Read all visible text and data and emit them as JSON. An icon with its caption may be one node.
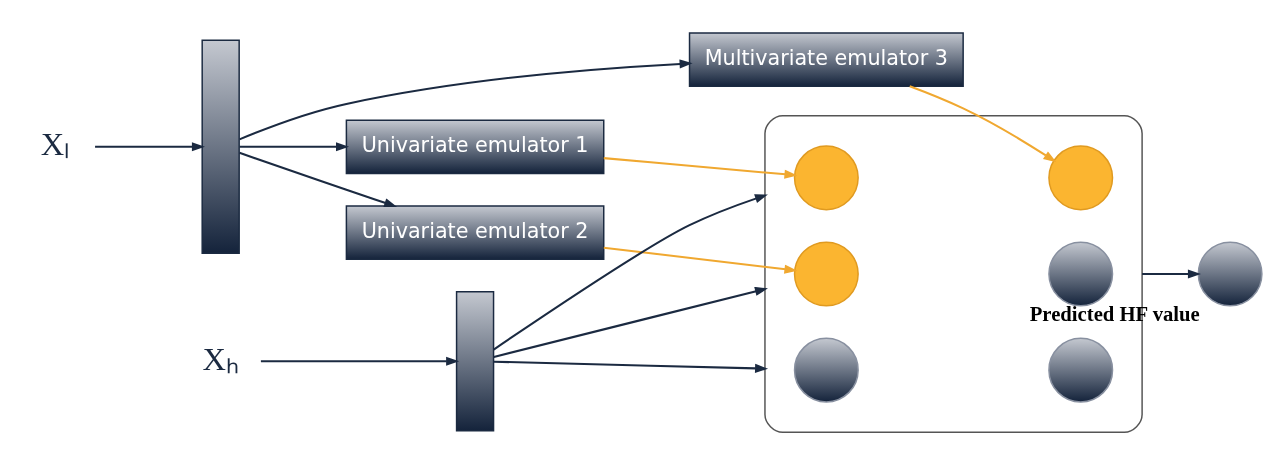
{
  "diagram": {
    "nodes": [
      {
        "text": [
          "Xₗ"
        ]
      },
      {
        "text": [],
        "shape": "bar"
      },
      {
        "text": [
          "Univariate emulator 1"
        ]
      },
      {
        "text": [
          "Univariate emulator 2"
        ]
      },
      {
        "text": [
          "Multivariate emulator 3"
        ]
      },
      {
        "text": [],
        "shape": "box"
      },
      {
        "text": [
          "Xₕ"
        ]
      },
      {
        "text": [],
        "shape": "bar"
      },
      {
        "text": [],
        "shape": "circle",
        "in": 5
      },
      {
        "text": [],
        "shape": "circle",
        "in": 5
      },
      {
        "text": [],
        "shape": "circle",
        "in": 5
      },
      {
        "text": [],
        "shape": "circle",
        "in": 5
      },
      {
        "text": [],
        "shape": "circle",
        "in": 5
      },
      {
        "text": [],
        "shape": "circle",
        "in": 5
      },
      {
        "text": [],
        "shape": "circle",
        "beside": [
          "Predicted HF value"
        ]
      }
    ],
    "edges": [
      {
        "from": 0,
        "to": 1,
        "arrow": "to"
      },
      {
        "from": 1,
        "to": 2,
        "arrow": "to"
      },
      {
        "from": 1,
        "to": 3,
        "arrow": "to"
      },
      {
        "from": 1,
        "to": 4,
        "arrow": "to"
      },
      {
        "from": 2,
        "to": 8,
        "arrow": "to",
        "color": "#f0a830"
      },
      {
        "from": 3,
        "to": 10,
        "arrow": "to",
        "color": "#f0a830"
      },
      {
        "from": 4,
        "to": 9,
        "arrow": "to",
        "color": "#f0a830"
      },
      {
        "from": 6,
        "to": 7,
        "arrow": "to"
      },
      {
        "from": 7,
        "to": 5,
        "arrow": "to"
      },
      {
        "from": 7,
        "to": 5,
        "arrow": "to"
      },
      {
        "from": 7,
        "to": 5,
        "arrow": "to"
      },
      {
        "from": 5,
        "to": 14,
        "arrow": "to"
      }
    ]
  }
}
